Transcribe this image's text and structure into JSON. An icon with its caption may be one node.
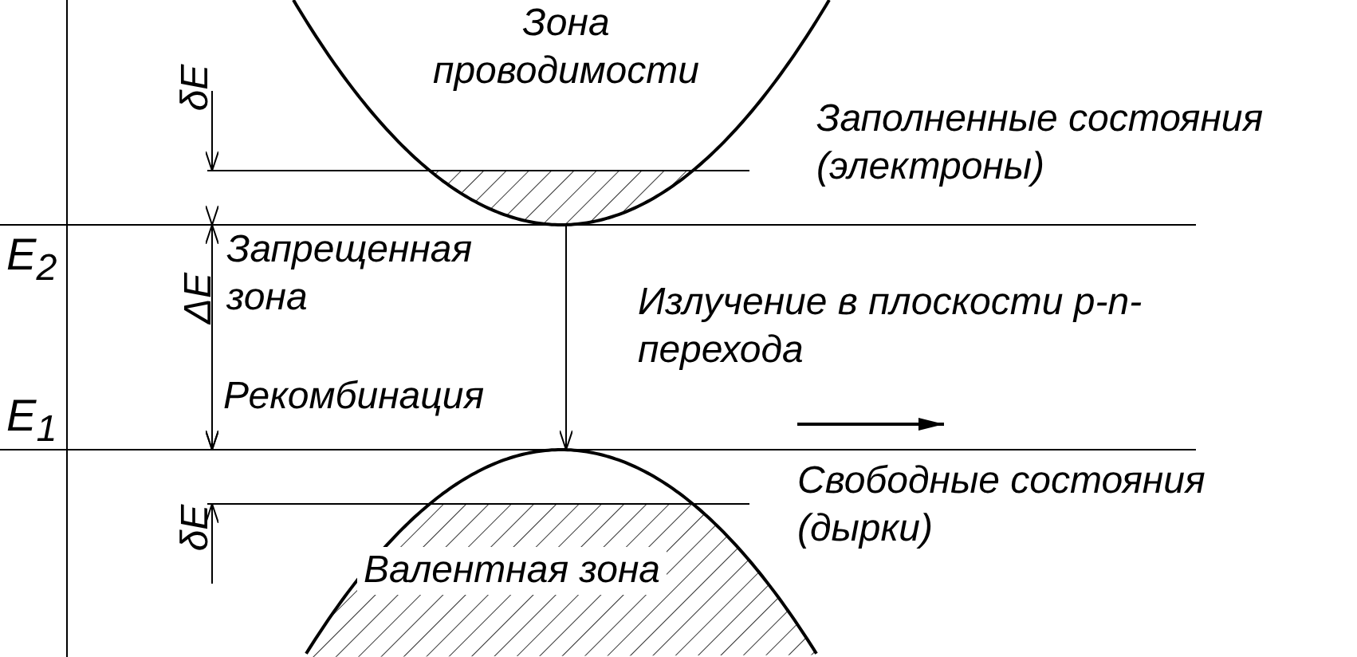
{
  "diagram": {
    "nodes": [
      {
        "text": [
          "Зона проводимости"
        ]
      },
      {
        "text": [
          "Валентная зона"
        ]
      }
    ],
    "edges": [
      {
        "from": 0,
        "to": 1,
        "arrow": "to",
        "label": "Рекомбинация"
      }
    ],
    "labels": [
      "δE",
      "Заполненные состояния (электроны)",
      "E$_{2}$",
      "Запрещенная зона",
      "ΔE",
      "Излучение в плоскости p-n- перехода",
      "E$_{1}$",
      "Свободные состояния (дырки)",
      "δE"
    ]
  }
}
